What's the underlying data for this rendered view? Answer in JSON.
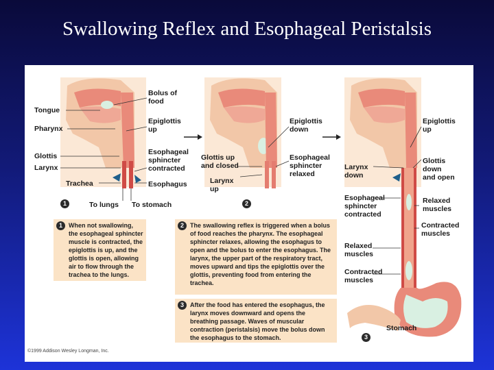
{
  "title": "Swallowing Reflex and Esophageal Peristalsis",
  "panel1": {
    "labels": {
      "tongue": "Tongue",
      "pharynx": "Pharynx",
      "glottis": "Glottis",
      "larynx": "Larynx",
      "trachea": "Trachea",
      "to_lungs": "To lungs",
      "to_stomach": "To stomach",
      "bolus": "Bolus of\nfood",
      "epiglottis": "Epiglottis\nup",
      "sphincter": "Esophageal\nsphincter\ncontracted",
      "esophagus": "Esophagus"
    },
    "step": "1",
    "box": "When not swallowing, the esophageal sphincter muscle is contracted, the epiglottis is up, and the glottis is open, allowing air to flow through the trachea to the lungs."
  },
  "panel2": {
    "labels": {
      "glottis": "Glottis up\nand closed",
      "larynx": "Larynx\nup",
      "epiglottis": "Epiglottis\ndown",
      "sphincter": "Esophageal\nsphincter\nrelaxed"
    },
    "step": "2",
    "box": "The swallowing reflex is triggered when a bolus of food reaches the pharynx. The esophageal sphincter relaxes, allowing the esophagus to open and the bolus to enter the esophagus. The larynx, the upper part of the respiratory tract, moves upward and tips the epiglottis over the glottis, preventing food from entering the trachea."
  },
  "panel3": {
    "labels": {
      "larynx": "Larynx\ndown",
      "sphincter": "Esophageal\nsphincter\ncontracted",
      "relaxed_left": "Relaxed\nmuscles",
      "contracted_left": "Contracted\nmuscles",
      "epiglottis": "Epiglottis\nup",
      "glottis": "Glottis\ndown\nand open",
      "relaxed_right": "Relaxed\nmuscles",
      "contracted_right": "Contracted\nmuscles",
      "stomach": "Stomach"
    },
    "step": "3",
    "box": "After the food has entered the esophagus, the larynx moves downward and opens the breathing passage. Waves of muscular contraction (peristalsis) move the bolus down the esophagus to the stomach."
  },
  "copyright": "©1999 Addison Wesley Longman, Inc.",
  "colors": {
    "tissue": "#f2c7a8",
    "throat": "#e98a7a",
    "cavity": "#fbe6d4",
    "bolus": "#d9f0e2",
    "muscle": "#cf4b46",
    "box_bg": "#fbe3c6",
    "arrow": "#1f5f8b"
  }
}
